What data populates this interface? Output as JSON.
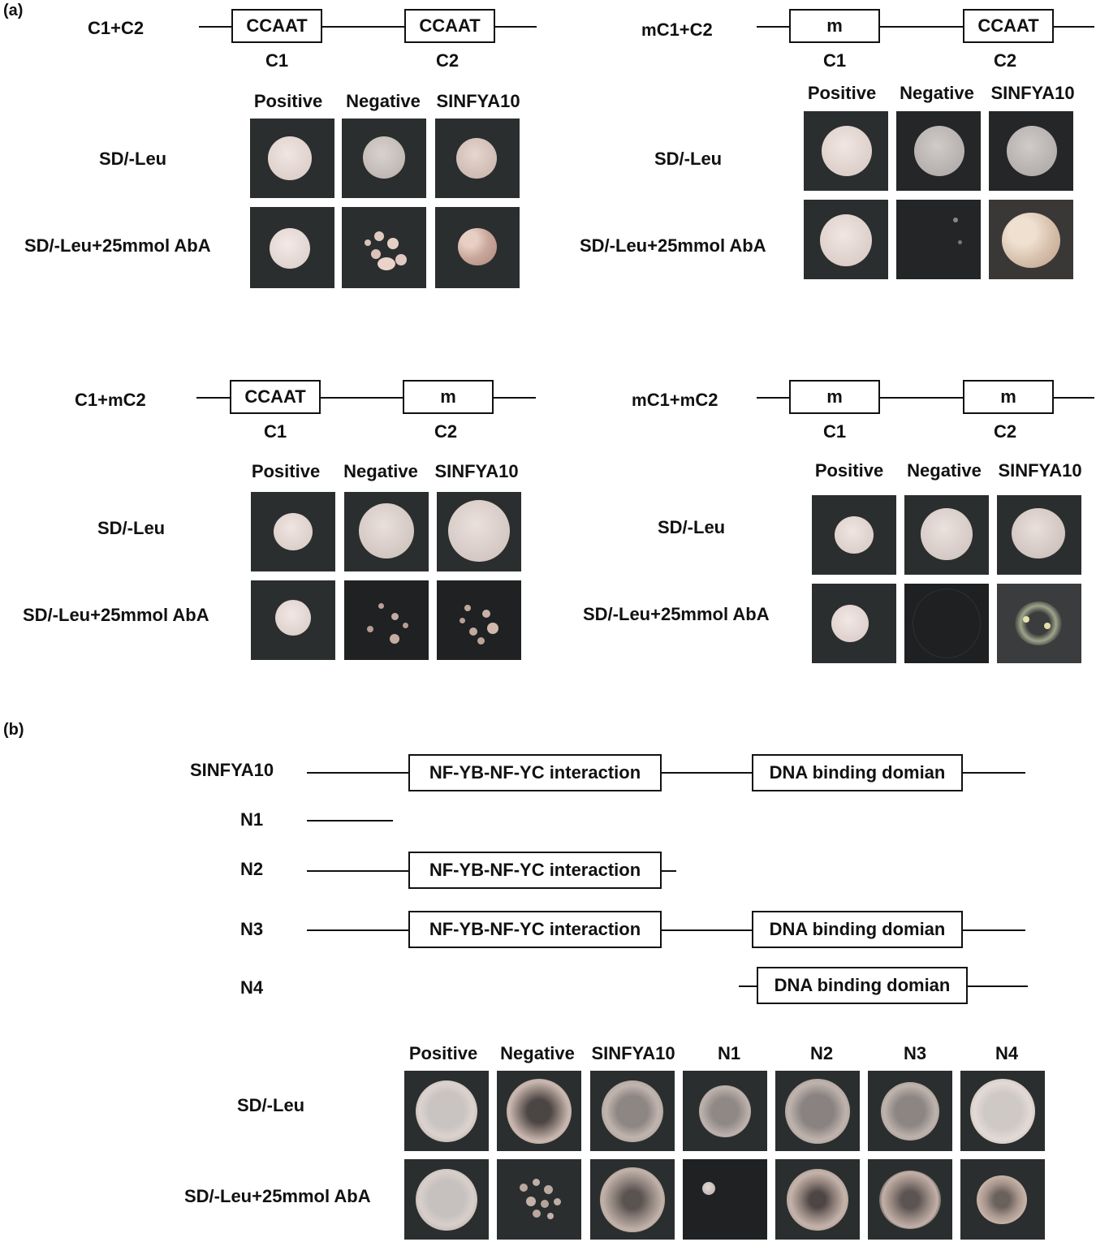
{
  "panel_a_label": "(a)",
  "panel_b_label": "(b)",
  "columns": [
    "Positive",
    "Negative",
    "SINFYA10"
  ],
  "rows": [
    "SD/-Leu",
    "SD/-Leu+25mmol AbA"
  ],
  "constructs": [
    {
      "title": "C1+C2",
      "box1": "CCAAT",
      "box2": "CCAAT",
      "site1": "C1",
      "site2": "C2"
    },
    {
      "title_prefix": "m",
      "title": "C1+C2",
      "box1": "m",
      "box2": "CCAAT",
      "site1": "C1",
      "site2": "C2"
    },
    {
      "title": "C1+",
      "title_m": "m",
      "title_end": "C2",
      "box1": "CCAAT",
      "box2": "m",
      "site1": "C1",
      "site2": "C2"
    },
    {
      "title_prefix": "m",
      "title": "C1+",
      "title_m": "m",
      "title_end": "C2",
      "box1": "m",
      "box2": "m",
      "site1": "C1",
      "site2": "C2"
    }
  ],
  "panel_b": {
    "proteins": [
      "SINFYA10",
      "N1",
      "N2",
      "N3",
      "N4"
    ],
    "domain_interaction": "NF-YB-NF-YC interaction",
    "domain_dna": "DNA binding domian",
    "columns": [
      "Positive",
      "Negative",
      "SINFYA10",
      "N1",
      "N2",
      "N3",
      "N4"
    ],
    "rows": [
      "SD/-Leu",
      "SD/-Leu+25mmol AbA"
    ]
  }
}
